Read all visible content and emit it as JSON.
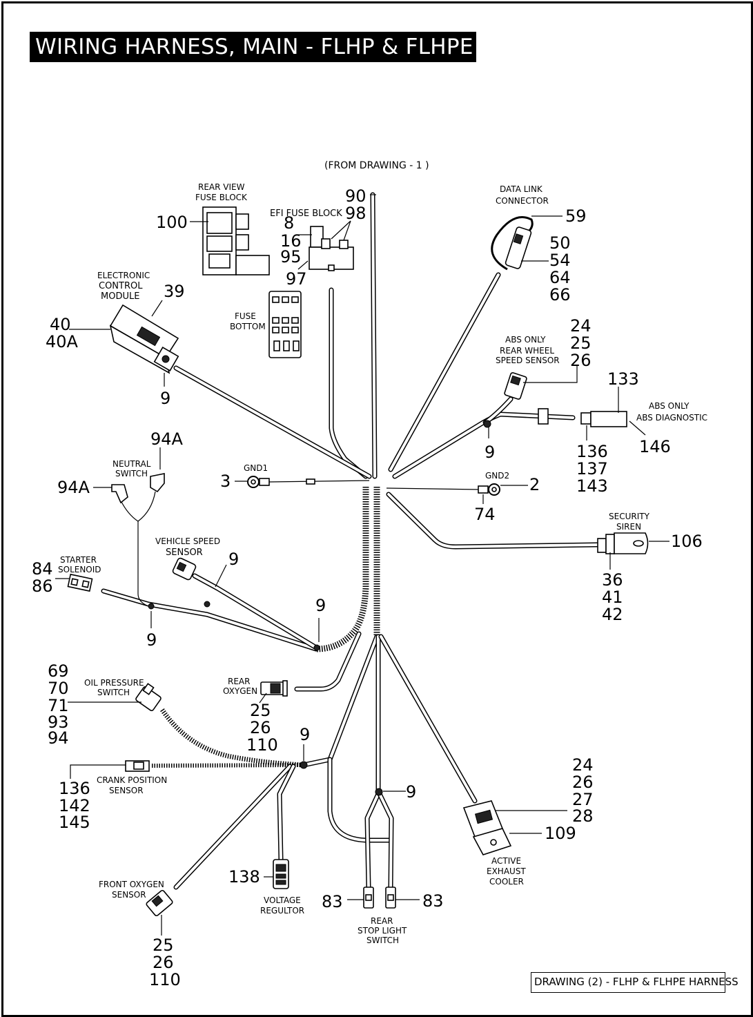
{
  "title": "WIRING HARNESS, MAIN - FLHP & FLHPE",
  "subtitle": "(FROM DRAWING - 1 )",
  "drawing_label": "DRAWING (2) - FLHP &  FLHPE HARNESS",
  "components": {
    "rear_view_fuse_block": [
      "REAR  VIEW",
      "FUSE  BLOCK"
    ],
    "efi_fuse_block": "EFI FUSE BLOCK",
    "fuse_bottom": [
      "FUSE",
      "BOTTOM"
    ],
    "ecm": [
      "ELECTRONIC",
      "CONTROL",
      "MODULE"
    ],
    "data_link": [
      "DATA  LINK",
      "CONNECTOR"
    ],
    "abs_rear_wheel": [
      "ABS  ONLY",
      "REAR  WHEEL",
      "SPEED SENSOR"
    ],
    "abs_diagnostic": [
      "ABS  ONLY",
      "ABS  DIAGNOSTIC"
    ],
    "neutral_switch": [
      "NEUTRAL",
      "SWITCH"
    ],
    "gnd1": "GND1",
    "gnd2": "GND2",
    "security_siren": [
      "SECURITY",
      "SIREN"
    ],
    "vehicle_speed": [
      "VEHICLE  SPEED",
      "SENSOR"
    ],
    "starter_solenoid": [
      "STARTER",
      "SOLENOID"
    ],
    "oil_pressure": [
      "OIL PRESSURE",
      "SWITCH"
    ],
    "rear_oxygen": [
      "REAR",
      "OXYGEN"
    ],
    "crank_position": [
      "CRANK  POSITION",
      "SENSOR"
    ],
    "front_oxygen": [
      "FRONT  OXYGEN",
      "SENSOR"
    ],
    "voltage_regulator": [
      "VOLTAGE",
      "REGULTOR"
    ],
    "rear_stop_light": [
      "REAR",
      "STOP  LIGHT",
      "SWITCH"
    ],
    "active_exhaust": [
      "ACTIVE",
      "EXHAUST",
      "COOLER"
    ]
  },
  "callouts": {
    "c100": "100",
    "c90_98": [
      "90",
      "98"
    ],
    "c8_97": [
      "8",
      "16",
      "95",
      "97"
    ],
    "c59": "59",
    "c50": [
      "50",
      "54",
      "64",
      "66"
    ],
    "c39": "39",
    "c40": [
      "40",
      "40A"
    ],
    "c9_ecm": "9",
    "c24a": [
      "24",
      "25",
      "26"
    ],
    "c133": "133",
    "c146": "146",
    "c9_abs": "9",
    "c136a": [
      "136",
      "137",
      "143"
    ],
    "c94a_top": "94A",
    "c94a_left": "94A",
    "c3": "3",
    "c2": "2",
    "c74": "74",
    "c106": "106",
    "c36": [
      "36",
      "41",
      "42"
    ],
    "c9_vss": "9",
    "c84": [
      "84",
      "86"
    ],
    "c9_center": "9",
    "c9_starter": "9",
    "c69": [
      "69",
      "70",
      "71",
      "93",
      "94"
    ],
    "c25_rear": [
      "25",
      "26",
      "110"
    ],
    "c9_oil": "9",
    "c136b": [
      "136",
      "142",
      "145"
    ],
    "c9_stop": "9",
    "c24b": [
      "24",
      "26",
      "27",
      "28"
    ],
    "c109": "109",
    "c138": "138",
    "c83_left": "83",
    "c83_right": "83",
    "c25_front": [
      "25",
      "26",
      "110"
    ]
  }
}
